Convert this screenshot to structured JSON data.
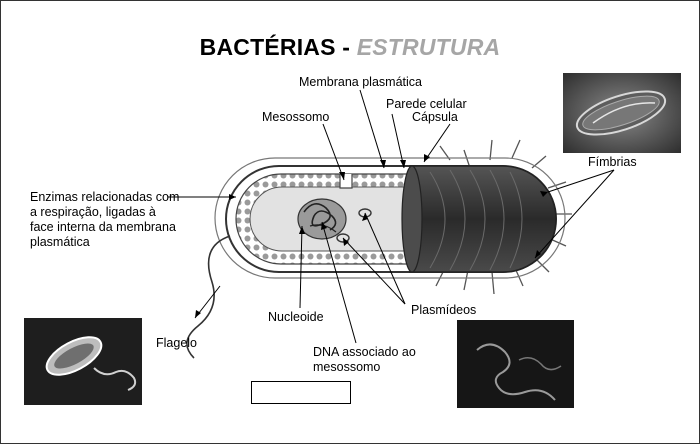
{
  "title": {
    "part1": "BACTÉRIAS - ",
    "part2": "ESTRUTURA"
  },
  "labels": {
    "membrana": "Membrana plasmática",
    "parede": "Parede celular",
    "capsula": "Cápsula",
    "mesossomo": "Mesossomo",
    "fimbrias": "Fímbrias",
    "enzimas": "Enzimas relacionadas com a respiração, ligadas à face interna da membrana plasmática",
    "flagelo": "Flagelo",
    "nucleoide": "Nucleoide",
    "plasmideos": "Plasmídeos",
    "dna": "DNA associado ao mesossomo"
  },
  "colors": {
    "title": "#000000",
    "title_accent": "#a6a6a6",
    "bacterium_body": "#3a3a3a",
    "photo_bg": "#2a2a2a"
  },
  "answer_box": {
    "value": ""
  }
}
